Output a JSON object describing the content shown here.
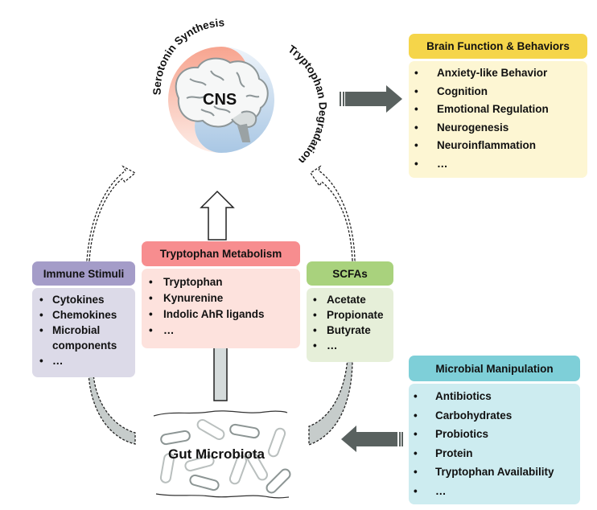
{
  "center": {
    "cns_label": "CNS",
    "arc_top": "Serotonin Synthesis",
    "arc_right": "Tryptophan Degradation",
    "gut_label": "Gut Microbiota"
  },
  "boxes": {
    "brain": {
      "title": "Brain Function & Behaviors",
      "items": [
        "Anxiety-like Behavior",
        "Cognition",
        "Emotional Regulation",
        "Neurogenesis",
        "Neuroinflammation",
        "…"
      ],
      "header_color": "#f5d54a",
      "body_color": "#fdf6d3"
    },
    "immune": {
      "title": "Immune Stimuli",
      "items": [
        "Cytokines",
        "Chemokines",
        "Microbial",
        "components",
        "…"
      ],
      "header_color": "#a49cc8",
      "body_color": "#dcdae8"
    },
    "tryptophan": {
      "title": "Tryptophan Metabolism",
      "items": [
        "Tryptophan",
        "Kynurenine",
        "Indolic AhR ligands",
        "…"
      ],
      "header_color": "#f78d8f",
      "body_color": "#fde2dd"
    },
    "scfas": {
      "title": "SCFAs",
      "items": [
        "Acetate",
        "Propionate",
        "Butyrate",
        "…"
      ],
      "header_color": "#a9d27d",
      "body_color": "#e6efd9"
    },
    "microbial": {
      "title": "Microbial Manipulation",
      "items": [
        "Antibiotics",
        "Carbohydrates",
        "Probiotics",
        "Protein",
        "Tryptophan Availability",
        "…"
      ],
      "header_color": "#7ecfd8",
      "body_color": "#cdecf0"
    }
  },
  "bullet": "•"
}
